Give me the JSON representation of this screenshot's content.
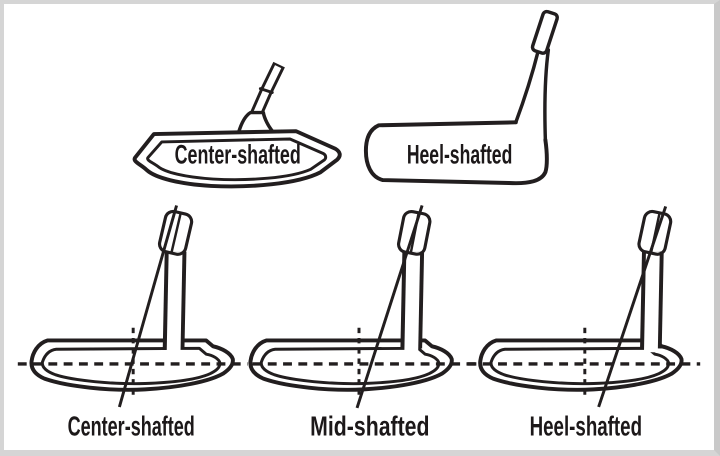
{
  "colors": {
    "line": "#221e1f",
    "background": "#ffffff",
    "frame_border": "#d5d5d5",
    "grip_fill": "#e9e9e9"
  },
  "top_row": [
    {
      "label": "Center-shafted"
    },
    {
      "label": "Heel-shafted"
    }
  ],
  "bottom_row": [
    {
      "label": "Center-shafted"
    },
    {
      "label": "Mid-shafted"
    },
    {
      "label": "Heel-shafted"
    }
  ]
}
